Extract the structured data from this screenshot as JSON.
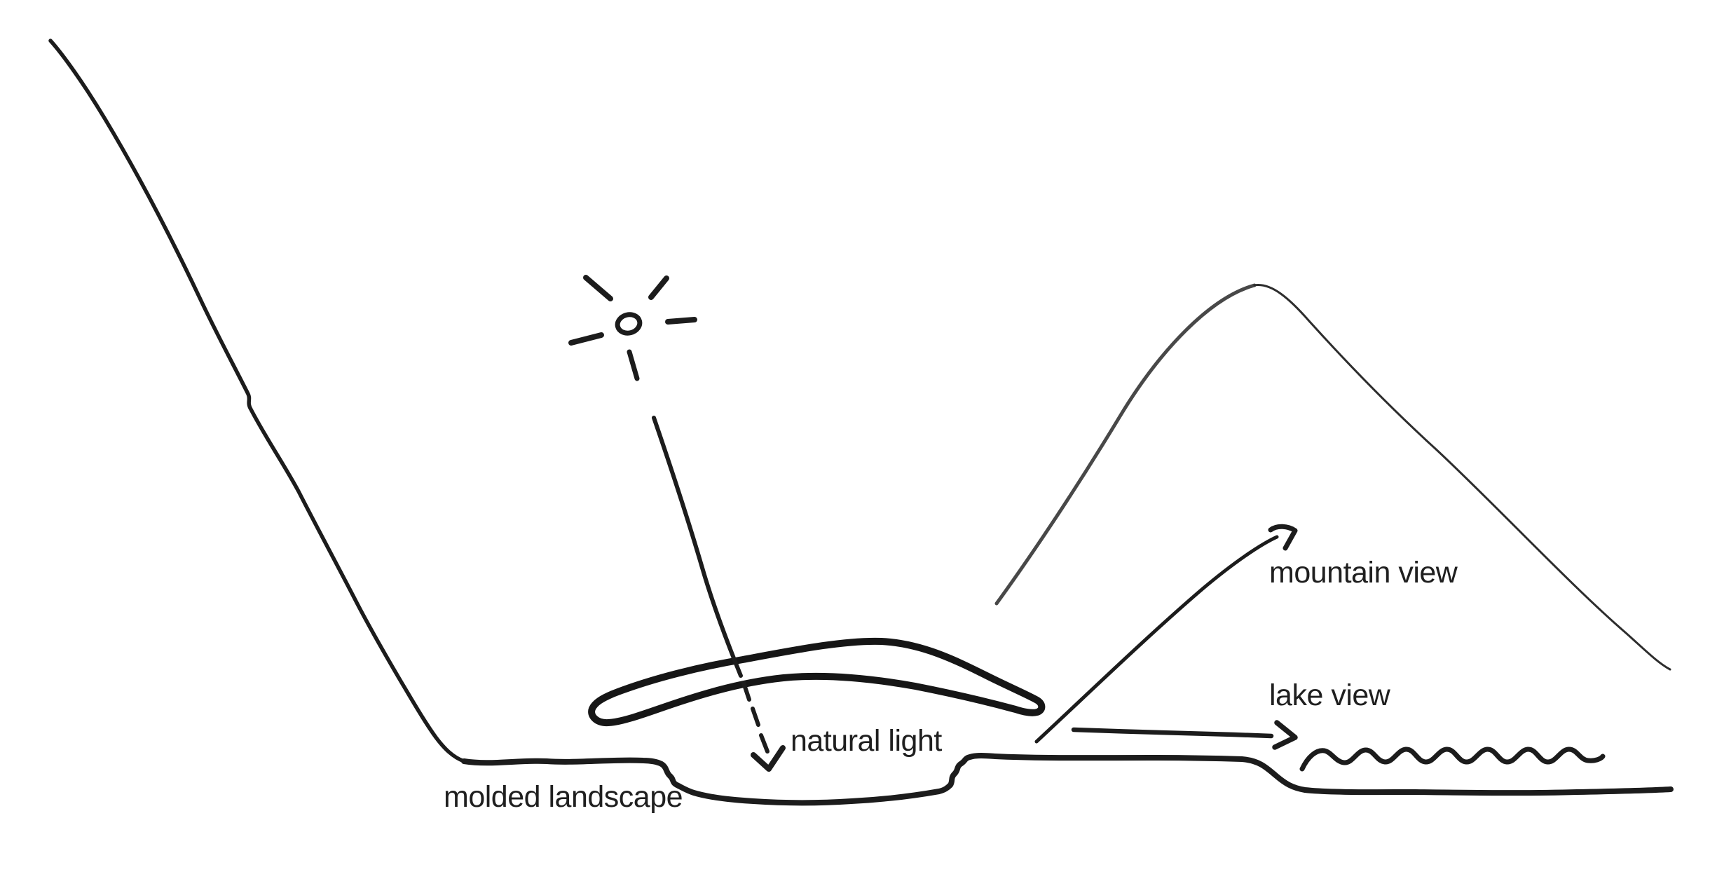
{
  "scene": {
    "type": "hand-drawn architectural concept sketch",
    "background_color": "#ffffff",
    "ink_color": "#1c1c1c",
    "pencil_color": "#3e3e3e"
  },
  "labels": {
    "natural_light": "natural light",
    "mountain_view": "mountain view",
    "lake_view": "lake view",
    "molded_landscape": "molded landscape"
  }
}
